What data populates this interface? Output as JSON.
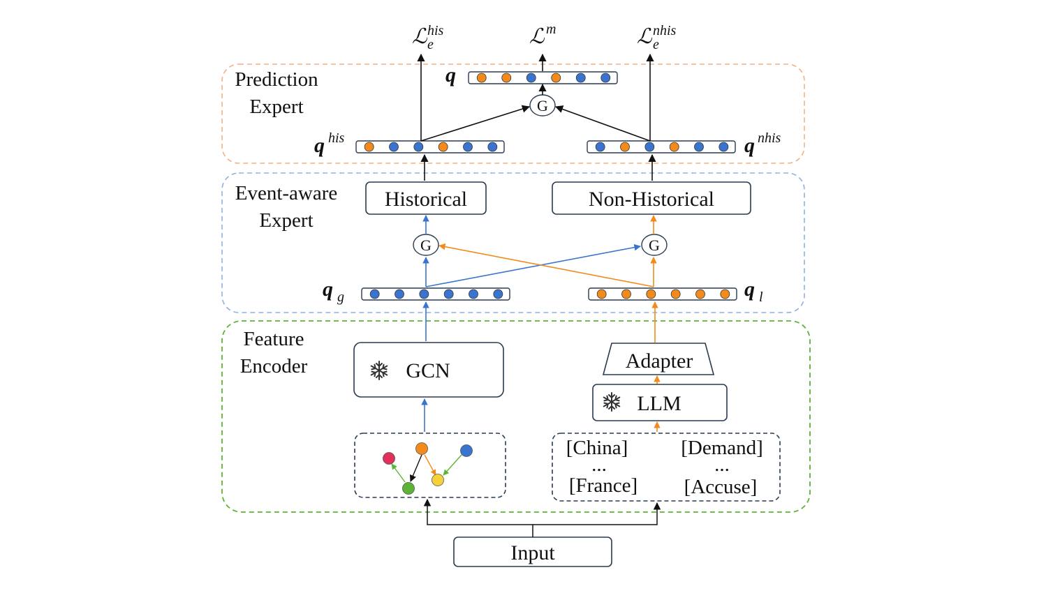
{
  "colors": {
    "blue": "#3a74cf",
    "orange": "#f28a1c",
    "green": "#5cb335",
    "red": "#e2305a",
    "yellow": "#f5d13a",
    "prediction_border": "#f4b183",
    "event_border": "#8fb0e0",
    "feature_border": "#5cb335",
    "dark_border": "#2a3a4f"
  },
  "sections": {
    "prediction": {
      "line1": "Prediction",
      "line2": "Expert"
    },
    "event": {
      "line1": "Event-aware",
      "line2": "Expert"
    },
    "feature": {
      "line1": "Feature",
      "line2": "Encoder"
    }
  },
  "losses": {
    "his": {
      "base": "ℒ",
      "sup": "his",
      "sub": "e"
    },
    "m": {
      "base": "ℒ",
      "sup": "m"
    },
    "nhis": {
      "base": "ℒ",
      "sup": "nhis",
      "sub": "e"
    }
  },
  "vectors": {
    "q": {
      "symbol": "q",
      "sup": "",
      "dots": [
        "orange",
        "orange",
        "blue",
        "orange",
        "blue",
        "blue"
      ]
    },
    "q_his": {
      "symbol": "q",
      "sup": "his",
      "dots": [
        "orange",
        "blue",
        "blue",
        "orange",
        "blue",
        "blue"
      ]
    },
    "q_nhis": {
      "symbol": "q",
      "sup": "nhis",
      "dots": [
        "blue",
        "orange",
        "blue",
        "orange",
        "blue",
        "blue"
      ]
    },
    "q_g": {
      "symbol": "q",
      "sub": "g",
      "dots": [
        "blue",
        "blue",
        "blue",
        "blue",
        "blue",
        "blue"
      ]
    },
    "q_l": {
      "symbol": "q",
      "sub": "l",
      "dots": [
        "orange",
        "orange",
        "orange",
        "orange",
        "orange",
        "orange"
      ]
    }
  },
  "gate_label": "G",
  "boxes": {
    "historical": "Historical",
    "non_historical": "Non-Historical",
    "gcn": "GCN",
    "adapter": "Adapter",
    "llm": "LLM",
    "input": "Input"
  },
  "text_tokens": {
    "col1_top": "[China]",
    "col1_dots": "...",
    "col1_bottom": "[France]",
    "col2_top": "[Demand]",
    "col2_dots": "...",
    "col2_bottom": "[Accuse]"
  },
  "icons": {
    "frozen": "snowflake-icon"
  }
}
